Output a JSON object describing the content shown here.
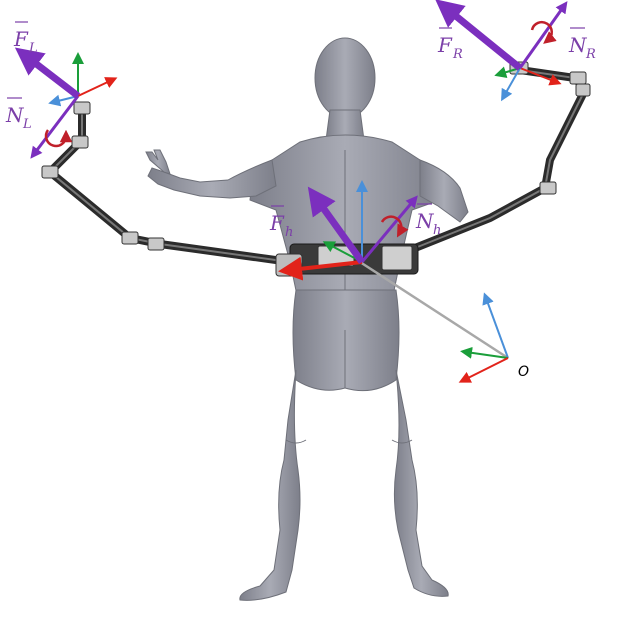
{
  "labels": {
    "F_L": {
      "main": "F",
      "sub": "L"
    },
    "N_L": {
      "main": "N",
      "sub": "L"
    },
    "F_R": {
      "main": "F",
      "sub": "R"
    },
    "N_R": {
      "main": "N",
      "sub": "R"
    },
    "F_h": {
      "main": "F",
      "sub": "h"
    },
    "N_h": {
      "main": "N",
      "sub": "h"
    },
    "origin": "O"
  },
  "colors": {
    "force": "#7b2fbe",
    "moment": "#c0202a",
    "axis_x": "#e2231a",
    "axis_y": "#1a9e3a",
    "axis_z": "#4a90d9",
    "label": "#7b3fa8",
    "figure": "#9a9ca6",
    "arm": "#2b2b2b"
  }
}
